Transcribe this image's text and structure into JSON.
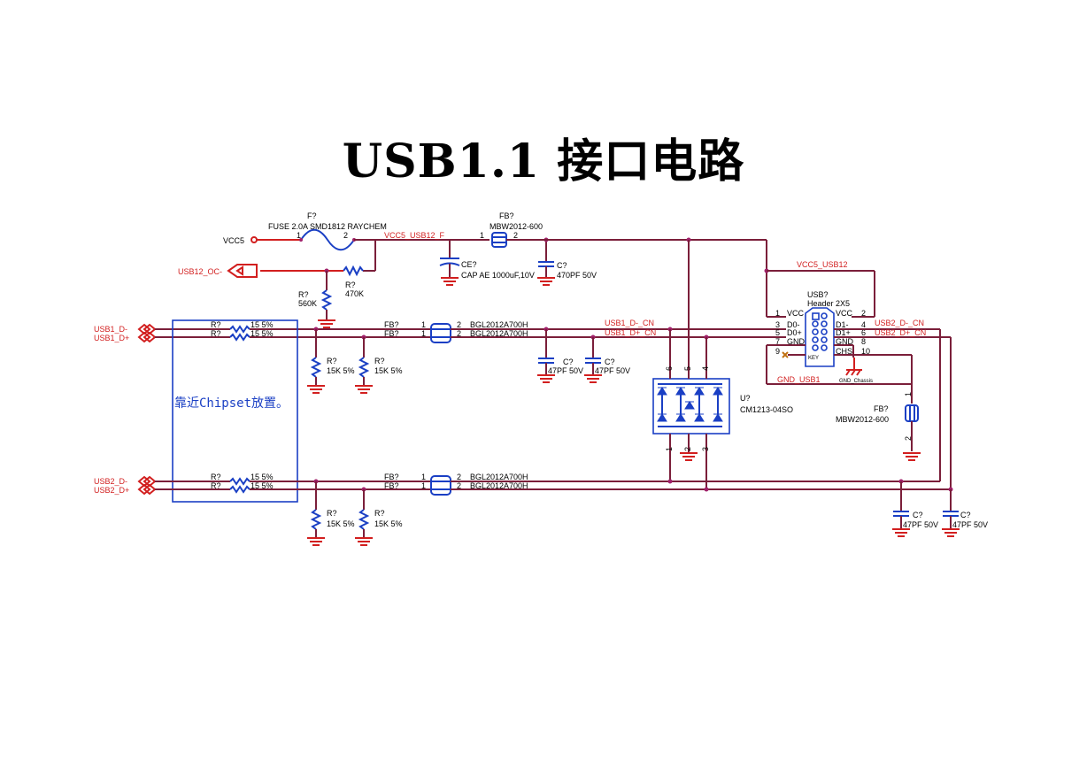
{
  "title": "USB1.1 接口电路",
  "nets": {
    "vcc5": "VCC5",
    "vcc5_usb12_f": "VCC5_USB12_F",
    "usb12_oc": "USB12_OC-",
    "vcc5_usb12": "VCC5_USB12",
    "usb1_dm": "USB1_D-",
    "usb1_dp": "USB1_D+",
    "usb2_dm": "USB2_D-",
    "usb2_dp": "USB2_D+",
    "usb1_dm_cn": "USB1_D-_CN",
    "usb1_dp_cn": "USB1_D+_CN",
    "usb2_dm_cn": "USB2_D-_CN",
    "usb2_dp_cn": "USB2_D+_CN",
    "gnd_usb1": "GND_USB1",
    "gnd_chassis": "GND_Chassis"
  },
  "fuse": {
    "ref": "F?",
    "value": "FUSE 2.0A SMD1812 RAYCHEM",
    "pin1": "1",
    "pin2": "2"
  },
  "fb_top": {
    "ref": "FB?",
    "value": "MBW2012-600",
    "pin1": "1",
    "pin2": "2"
  },
  "ce": {
    "ref": "CE?",
    "value": "CAP AE 1000uF,10V"
  },
  "c_top": {
    "ref": "C?",
    "value": "470PF 50V"
  },
  "r_560k": {
    "ref": "R?",
    "value": "560K"
  },
  "r_470k": {
    "ref": "R?",
    "value": "470K"
  },
  "series_r": {
    "ref": "R?",
    "value": "15 5%"
  },
  "pulldown_r": {
    "ref": "R?",
    "value": "15K 5%"
  },
  "fb_line": {
    "ref": "FB?",
    "value": "BGL2012A700H",
    "pin1": "1",
    "pin2": "2"
  },
  "c_line": {
    "ref": "C?",
    "value": "47PF 50V"
  },
  "chipset_note": "靠近Chipset放置。",
  "header": {
    "ref": "USB?",
    "value": "Header 2X5",
    "left_pins": [
      {
        "num": "1",
        "name": "VCC"
      },
      {
        "num": "3",
        "name": "D0-"
      },
      {
        "num": "5",
        "name": "D0+"
      },
      {
        "num": "7",
        "name": "GND"
      },
      {
        "num": "9",
        "name": ""
      }
    ],
    "right_pins": [
      {
        "num": "2",
        "name": "VCC"
      },
      {
        "num": "4",
        "name": "D1-"
      },
      {
        "num": "6",
        "name": "D1+"
      },
      {
        "num": "8",
        "name": "GND"
      },
      {
        "num": "10",
        "name": "CHS"
      }
    ],
    "key_label": "KEY"
  },
  "esd": {
    "ref": "U?",
    "value": "CM1213-04SO",
    "top_pins": [
      "6",
      "5",
      "4"
    ],
    "bottom_pins": [
      "1",
      "2",
      "3"
    ]
  },
  "fb_chassis": {
    "ref": "FB?",
    "value": "MBW2012-600",
    "pin1": "1",
    "pin2": "2"
  }
}
